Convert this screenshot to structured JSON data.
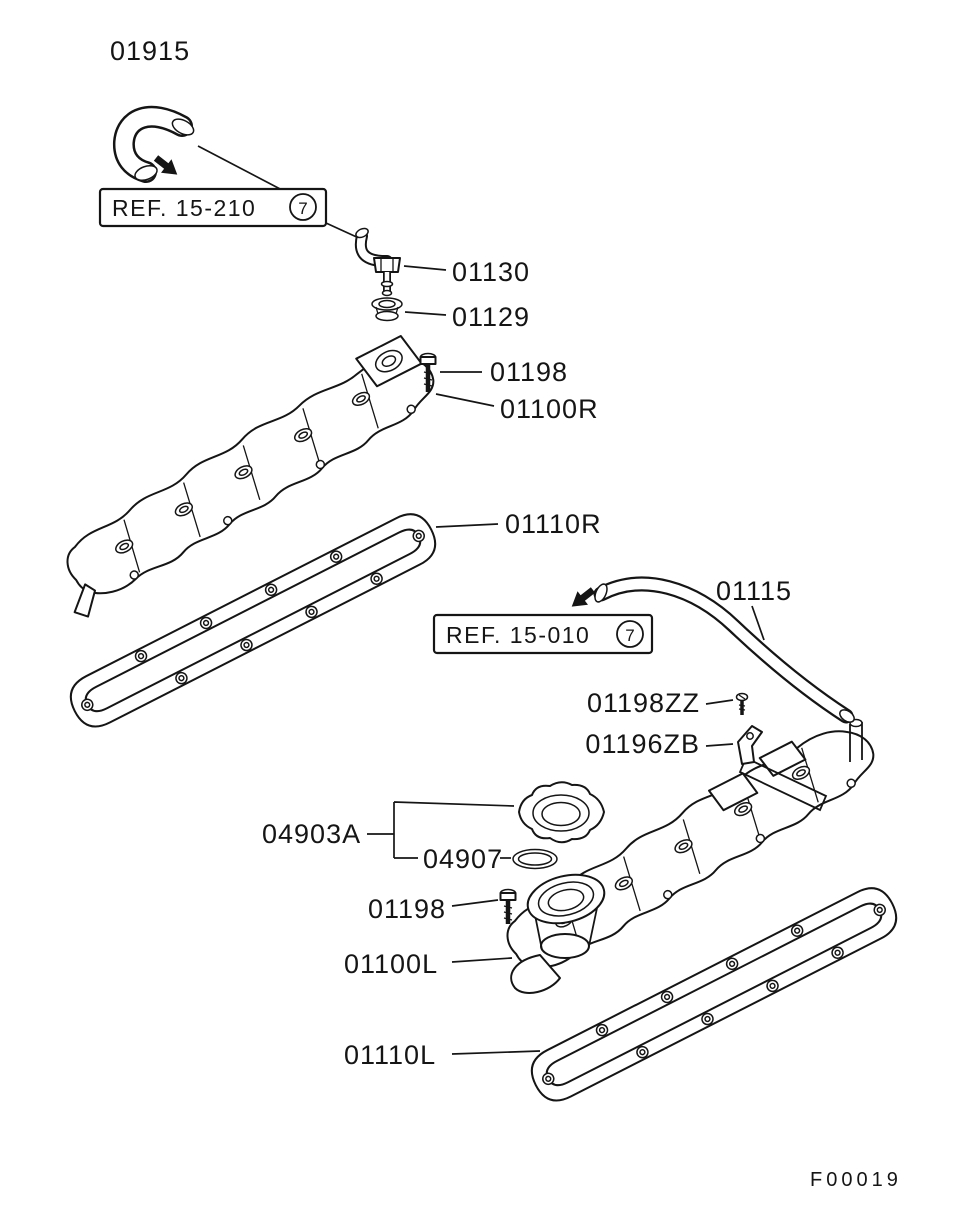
{
  "figure": {
    "code": "F00019"
  },
  "refs": {
    "top": {
      "label": "REF. 15-210",
      "number": "7"
    },
    "mid": {
      "label": "REF. 15-010",
      "number": "7"
    }
  },
  "parts": {
    "p01915": {
      "label": "01915"
    },
    "p01130": {
      "label": "01130"
    },
    "p01129": {
      "label": "01129"
    },
    "p01198_top": {
      "label": "01198"
    },
    "p01100R": {
      "label": "01100R"
    },
    "p01110R": {
      "label": "01110R"
    },
    "p01115": {
      "label": "01115"
    },
    "p01198ZZ": {
      "label": "01198ZZ"
    },
    "p01196ZB": {
      "label": "01196ZB"
    },
    "p04903A": {
      "label": "04903A"
    },
    "p04907": {
      "label": "04907"
    },
    "p01198_bottom": {
      "label": "01198"
    },
    "p01100L": {
      "label": "01100L"
    },
    "p01110L": {
      "label": "01110L"
    }
  }
}
